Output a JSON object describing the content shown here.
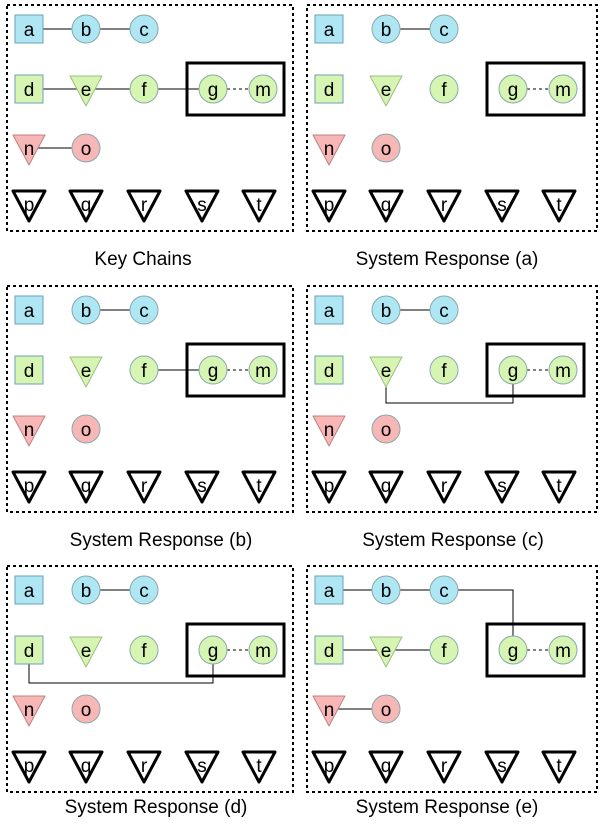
{
  "colors": {
    "square_fill": "#aee6f4",
    "circle_blue_fill": "#aee6f4",
    "green_fill": "#d7f5b2",
    "pink_fill": "#f7b7b7",
    "black_triangle_fill": "#ffffff",
    "stroke": "#000000"
  },
  "node_types": {
    "a": "square-blue",
    "b": "circle-blue",
    "c": "circle-blue",
    "d": "square-green",
    "e": "triangle-green",
    "f": "circle-green",
    "g": "circle-green",
    "m": "circle-green",
    "n": "triangle-pink",
    "o": "circle-pink",
    "p": "triangle-black",
    "q": "triangle-black",
    "r": "triangle-black",
    "s": "triangle-black",
    "t": "triangle-black"
  },
  "panels": [
    {
      "id": "key-chains",
      "caption": "Key Chains",
      "edges": [
        {
          "from": "a",
          "to": "b",
          "style": "straight"
        },
        {
          "from": "b",
          "to": "c",
          "style": "straight"
        },
        {
          "from": "d",
          "to": "e",
          "style": "straight"
        },
        {
          "from": "e",
          "to": "f",
          "style": "straight"
        },
        {
          "from": "f",
          "to": "g",
          "style": "straight"
        },
        {
          "from": "g",
          "to": "m",
          "style": "dashed"
        },
        {
          "from": "n",
          "to": "o",
          "style": "straight"
        }
      ]
    },
    {
      "id": "response-a",
      "caption": "System Response (a)",
      "edges": [
        {
          "from": "b",
          "to": "c",
          "style": "straight"
        },
        {
          "from": "g",
          "to": "m",
          "style": "dashed"
        }
      ]
    },
    {
      "id": "response-b",
      "caption": "System Response (b)",
      "edges": [
        {
          "from": "b",
          "to": "c",
          "style": "straight"
        },
        {
          "from": "f",
          "to": "g",
          "style": "straight"
        },
        {
          "from": "g",
          "to": "m",
          "style": "dashed"
        }
      ]
    },
    {
      "id": "response-c",
      "caption": "System Response (c)",
      "edges": [
        {
          "from": "b",
          "to": "c",
          "style": "straight"
        },
        {
          "from": "e",
          "to": "g",
          "style": "below"
        },
        {
          "from": "g",
          "to": "m",
          "style": "dashed"
        }
      ]
    },
    {
      "id": "response-d",
      "caption": "System Response (d)",
      "edges": [
        {
          "from": "b",
          "to": "c",
          "style": "straight"
        },
        {
          "from": "d",
          "to": "g",
          "style": "below"
        },
        {
          "from": "g",
          "to": "m",
          "style": "dashed"
        }
      ]
    },
    {
      "id": "response-e",
      "caption": "System Response (e)",
      "edges": [
        {
          "from": "a",
          "to": "b",
          "style": "straight"
        },
        {
          "from": "b",
          "to": "c",
          "style": "straight"
        },
        {
          "from": "c",
          "to": "g",
          "style": "above"
        },
        {
          "from": "d",
          "to": "e",
          "style": "straight"
        },
        {
          "from": "e",
          "to": "f",
          "style": "straight"
        },
        {
          "from": "g",
          "to": "m",
          "style": "dashed"
        },
        {
          "from": "n",
          "to": "o",
          "style": "straight"
        }
      ]
    }
  ]
}
